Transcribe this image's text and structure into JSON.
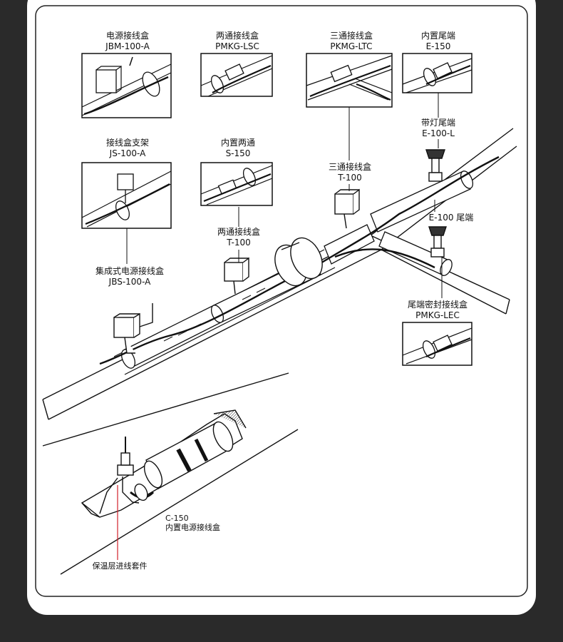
{
  "labels": {
    "jbm": {
      "cn": "电源接线盒",
      "code": "JBM-100-A"
    },
    "pmkg_lsc": {
      "cn": "两通接线盒",
      "code": "PMKG-LSC"
    },
    "pmkg_ltc": {
      "cn": "三通接线盒",
      "code": "PKMG-LTC"
    },
    "e150": {
      "cn": "内置尾端",
      "code": "E-150"
    },
    "e100l": {
      "cn": "带灯尾端",
      "code": "E-100-L"
    },
    "js100": {
      "cn": "接线盒支架",
      "code": "JS-100-A"
    },
    "s150": {
      "cn": "内置两通",
      "code": "S-150"
    },
    "t100_top": {
      "cn": "三通接线盒",
      "code": "T-100"
    },
    "t100_mid": {
      "cn": "两通接线盒",
      "code": "T-100"
    },
    "e100": {
      "text": "E-100 尾端"
    },
    "jbs": {
      "cn": "集成式电源接线盒",
      "code": "JBS-100-A"
    },
    "pmkg_lec": {
      "cn": "尾端密封接线盒",
      "code": "PMKG-LEC"
    },
    "c150": {
      "code": "C-150",
      "cn": "内置电源接线盒"
    },
    "insulation_kit": {
      "text": "保温层进线套件"
    }
  },
  "colors": {
    "page_bg": "#2a2a2a",
    "card_bg": "#ffffff",
    "line": "#111111",
    "accent_red": "#d2202a"
  }
}
